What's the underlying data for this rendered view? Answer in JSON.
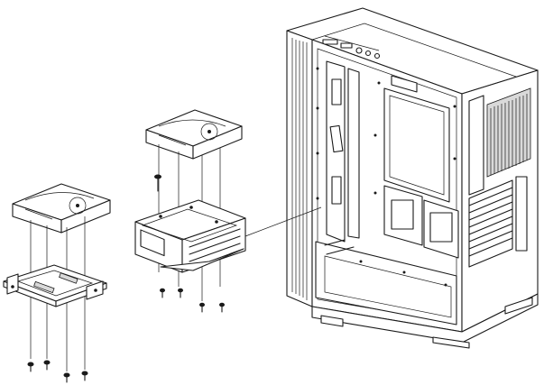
{
  "figure": {
    "type": "exploded-assembly-illustration",
    "style": "black line art on white",
    "colors": {
      "line": "#1a1a1a",
      "background": "#ffffff",
      "shade": "#d9d9d9"
    }
  },
  "parts": [
    {
      "id": "hdd-left",
      "icon": "hard-drive-icon"
    },
    {
      "id": "hdd-tray",
      "icon": "drive-tray-icon"
    },
    {
      "id": "screws-left",
      "icon": "screw-icon",
      "count": 4
    },
    {
      "id": "hdd-center",
      "icon": "hard-drive-icon"
    },
    {
      "id": "hdd-cage",
      "icon": "drive-cage-icon"
    },
    {
      "id": "screws-center",
      "icon": "screw-icon",
      "count": 5
    },
    {
      "id": "pc-case",
      "icon": "pc-case-icon"
    }
  ]
}
